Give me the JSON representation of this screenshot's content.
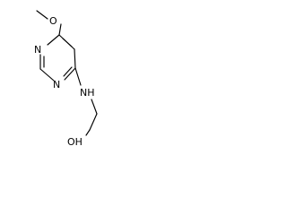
{
  "structure": {
    "atom_labels": {
      "o_methoxy": "O",
      "n_ring_top": "N",
      "n_ring_bottom": "N",
      "n_amine": "NH",
      "oh": "OH"
    }
  }
}
